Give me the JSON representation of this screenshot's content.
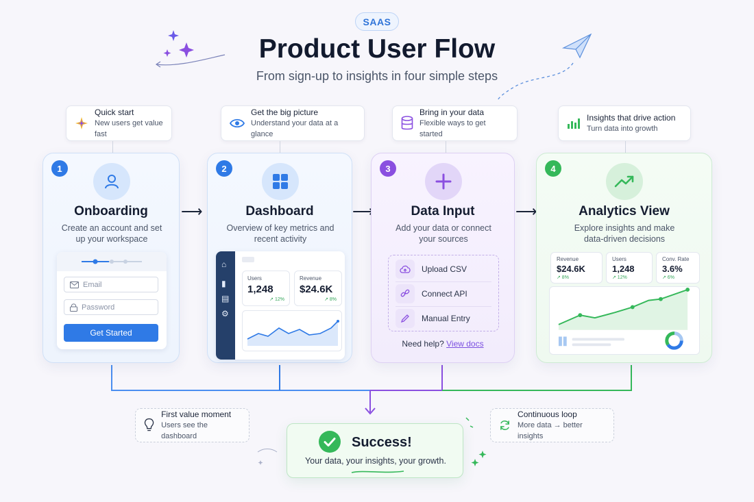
{
  "header": {
    "badge": "SAAS",
    "title": "Product User Flow",
    "subtitle": "From sign-up to insights in four simple steps"
  },
  "callouts": [
    {
      "title": "Quick start",
      "subtitle": "New users get value fast",
      "icon": "sparkle-icon"
    },
    {
      "title": "Get the big picture",
      "subtitle": "Understand your data at a glance",
      "icon": "eye-icon"
    },
    {
      "title": "Bring in your data",
      "subtitle": "Flexible ways to get started",
      "icon": "database-icon"
    },
    {
      "title": "Insights that drive action",
      "subtitle": "Turn data into growth",
      "icon": "bar-chart-icon"
    }
  ],
  "steps": [
    {
      "number": "1",
      "title": "Onboarding",
      "description": "Create an account and set up your workspace",
      "color": "#2f7ae6"
    },
    {
      "number": "2",
      "title": "Dashboard",
      "description": "Overview of key metrics and recent activity",
      "color": "#2f7ae6"
    },
    {
      "number": "3",
      "title": "Data Input",
      "description": "Add your data or connect your sources",
      "color": "#8a4fe0"
    },
    {
      "number": "4",
      "title": "Analytics View",
      "description": "Explore insights and make data-driven decisions",
      "color": "#35b85a"
    }
  ],
  "onboarding": {
    "email_placeholder": "Email",
    "password_placeholder": "Password",
    "button": "Get Started"
  },
  "dashboard": {
    "metrics": [
      {
        "label": "Users",
        "value": "1,248",
        "change": "↗ 12%"
      },
      {
        "label": "Revenue",
        "value": "$24.6K",
        "change": "↗ 8%"
      }
    ]
  },
  "data_input": {
    "options": [
      "Upload CSV",
      "Connect API",
      "Manual Entry"
    ],
    "help_text": "Need help?",
    "help_link": "View docs"
  },
  "analytics": {
    "metrics": [
      {
        "label": "Revenue",
        "value": "$24.6K",
        "change": "↗ 8%"
      },
      {
        "label": "Users",
        "value": "1,248",
        "change": "↗ 12%"
      },
      {
        "label": "Conv. Rate",
        "value": "3.6%",
        "change": "↗ 6%"
      }
    ]
  },
  "notes": [
    {
      "title": "First value moment",
      "subtitle": "Users see the dashboard",
      "icon": "lightbulb-icon"
    },
    {
      "title": "Continuous loop",
      "subtitle": "More data → better insights",
      "icon": "refresh-icon"
    }
  ],
  "success": {
    "title": "Success!",
    "subtitle": "Your data, your insights, your growth."
  },
  "colors": {
    "blue": "#2f7ae6",
    "purple": "#8a4fe0",
    "green": "#35b85a",
    "navy": "#25406a"
  }
}
